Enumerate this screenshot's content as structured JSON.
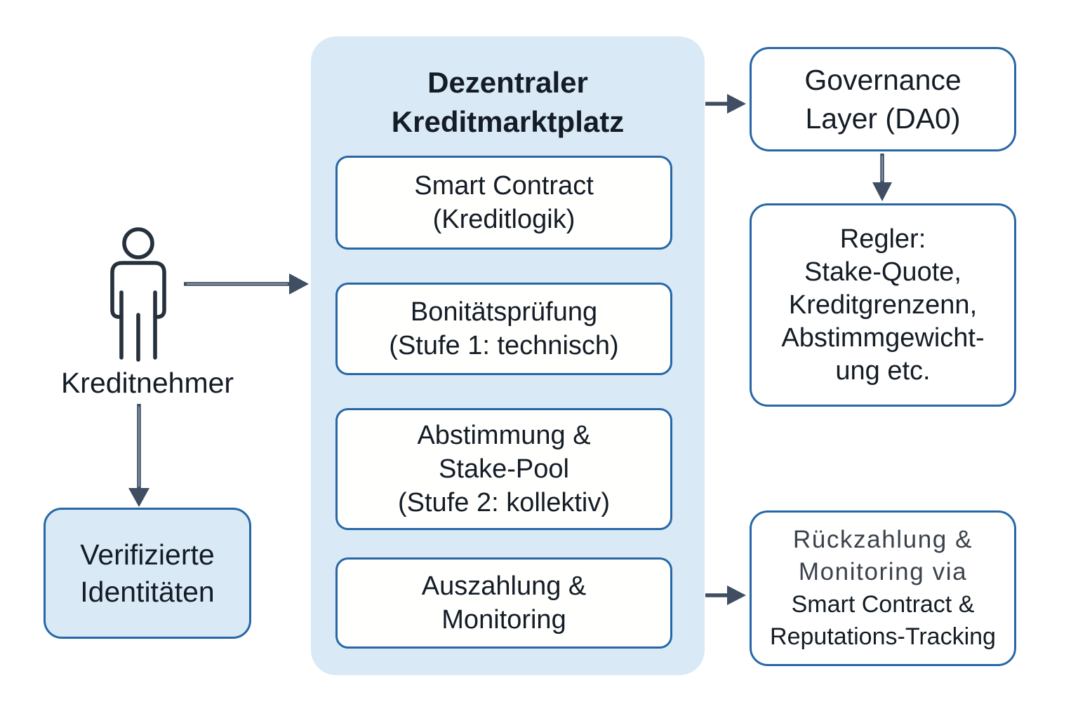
{
  "theme": {
    "panel_fill": "#d9e9f6",
    "box_border": "#2767a7",
    "arrow": "#3f4e62",
    "text": "#141c26",
    "alt_text": "#3b424b",
    "icon_stroke": "#27313d"
  },
  "actor": {
    "label": "Kreditnehmer",
    "icon": "person-outline-icon"
  },
  "verified": {
    "lines": [
      "Verifizierte",
      "Identitäten"
    ]
  },
  "marketplace": {
    "title_lines": [
      "Dezentraler",
      "Kreditmarktplatz"
    ],
    "steps": [
      {
        "lines": [
          "Smart Contract",
          "(Kreditlogik)"
        ]
      },
      {
        "lines": [
          "Bonitätsprüfung",
          "(Stufe 1: technisch)"
        ]
      },
      {
        "lines": [
          "Abstimmung &",
          "Stake-Pool",
          "(Stufe 2: kollektiv)"
        ]
      },
      {
        "lines": [
          "Auszahlung &",
          "Monitoring"
        ]
      }
    ]
  },
  "governance": {
    "lines": [
      "Governance",
      "Layer (DA0)"
    ]
  },
  "rules": {
    "lines": [
      "Regler:",
      "Stake-Quote,",
      "Kreditgrenzenn,",
      "Abstimmgewicht-",
      "ung etc."
    ]
  },
  "repayment": {
    "lines": [
      "Rückzahlung &",
      "Monitoring via",
      "Smart Contract &",
      "Reputations-Tracking"
    ]
  },
  "arrows": [
    "borrower-to-marketplace",
    "borrower-to-verified-identities",
    "marketplace-to-governance",
    "governance-to-rules",
    "smart-contract-to-bonitaetspruefung",
    "bonitaetspruefung-to-abstimmung",
    "abstimmung-to-auszahlung",
    "auszahlung-to-repayment"
  ]
}
